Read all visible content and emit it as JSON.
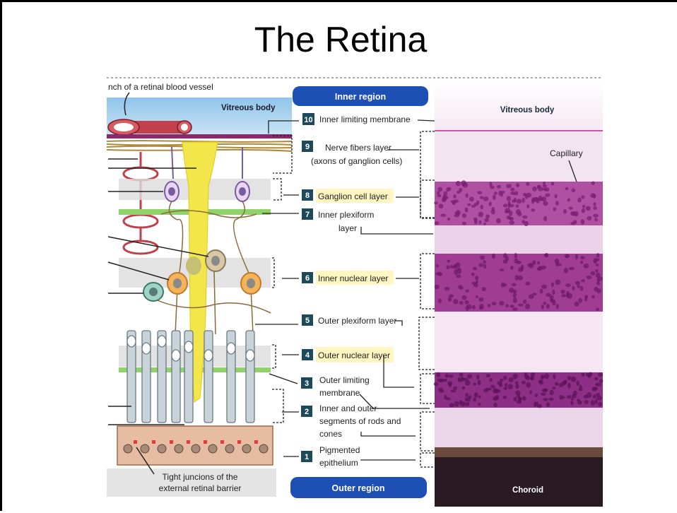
{
  "title": "The Retina",
  "region_labels": {
    "inner": "Inner region",
    "outer": "Outer region"
  },
  "left_illustration": {
    "blood_vessel": "nch of a retinal blood vessel",
    "vitreous": "Vitreous body",
    "tight_junctions": [
      "Tight juncions of the",
      "external retinal barrier"
    ]
  },
  "micrograph": {
    "vitreous": "Vitreous body",
    "capillary": "Capillary",
    "choroid": "Choroid"
  },
  "layers": [
    {
      "num": "10",
      "lines": [
        "Inner limiting membrane"
      ],
      "highlight": false
    },
    {
      "num": "9",
      "lines": [
        "Nerve fibers layer",
        "(axons of ganglion cells)"
      ],
      "highlight": false
    },
    {
      "num": "8",
      "lines": [
        "Ganglion cell layer"
      ],
      "highlight": true
    },
    {
      "num": "7",
      "lines": [
        "Inner plexiform",
        "layer"
      ],
      "highlight": false
    },
    {
      "num": "6",
      "lines": [
        "Inner nuclear layer"
      ],
      "highlight": true
    },
    {
      "num": "5",
      "lines": [
        "Outer plexiform layer"
      ],
      "highlight": false
    },
    {
      "num": "4",
      "lines": [
        "Outer nuclear layer"
      ],
      "highlight": true
    },
    {
      "num": "3",
      "lines": [
        "Outer limiting",
        "membrane"
      ],
      "highlight": false
    },
    {
      "num": "2",
      "lines": [
        "Inner and outer",
        "segments of rods and",
        "cones"
      ],
      "highlight": false
    },
    {
      "num": "1",
      "lines": [
        "Pigmented",
        "epithelium"
      ],
      "highlight": false
    }
  ],
  "colors": {
    "region_blue": "#1e4fb4",
    "badge": "#1c4a5a",
    "highlight": "#fff6c2",
    "vitreous_left": "#a9d3ef",
    "vessel": "#c2404b",
    "glia": "#f2e64a",
    "stain_purple": "#9a3a8f",
    "stain_pink": "#e9c4e3"
  }
}
